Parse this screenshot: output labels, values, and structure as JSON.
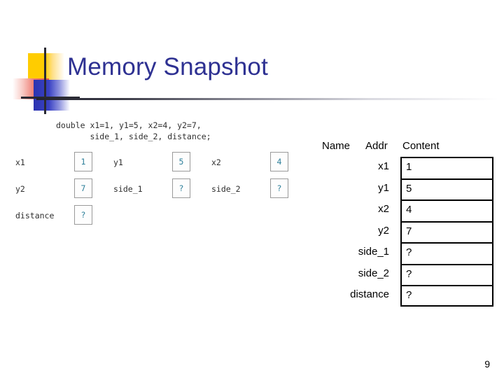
{
  "slide": {
    "title": "Memory Snapshot",
    "page_number": "9",
    "title_color": "#2E3192",
    "rule_color": "#23232e"
  },
  "logo": {
    "yellow": "#FFCC00",
    "red": "#E8534A",
    "blue": "#2B33B0",
    "crosshair": "#2a2a33"
  },
  "figure": {
    "code_line_1": "double x1=1, y1=5, x2=4, y2=7,",
    "code_line_2": "       side_1, side_2, distance;",
    "value_color": "#2d7f9a",
    "box_border_color": "#9a9a9a",
    "variables": [
      [
        {
          "label": "x1",
          "value": "1"
        },
        {
          "label": "y1",
          "value": "5"
        },
        {
          "label": "x2",
          "value": "4"
        }
      ],
      [
        {
          "label": "y2",
          "value": "7"
        },
        {
          "label": "side_1",
          "value": "?"
        },
        {
          "label": "side_2",
          "value": "?"
        }
      ],
      [
        {
          "label": "distance",
          "value": "?"
        }
      ]
    ]
  },
  "table": {
    "headers": {
      "name": "Name",
      "addr": "Addr",
      "content": "Content"
    },
    "rows": [
      {
        "name": "x1",
        "addr": "",
        "content": "1"
      },
      {
        "name": "y1",
        "addr": "",
        "content": "5"
      },
      {
        "name": "x2",
        "addr": "",
        "content": "4"
      },
      {
        "name": "y2",
        "addr": "",
        "content": "7"
      },
      {
        "name": "side_1",
        "addr": "",
        "content": "?"
      },
      {
        "name": "side_2",
        "addr": "",
        "content": "?"
      },
      {
        "name": "distance",
        "addr": "",
        "content": "?"
      }
    ]
  }
}
